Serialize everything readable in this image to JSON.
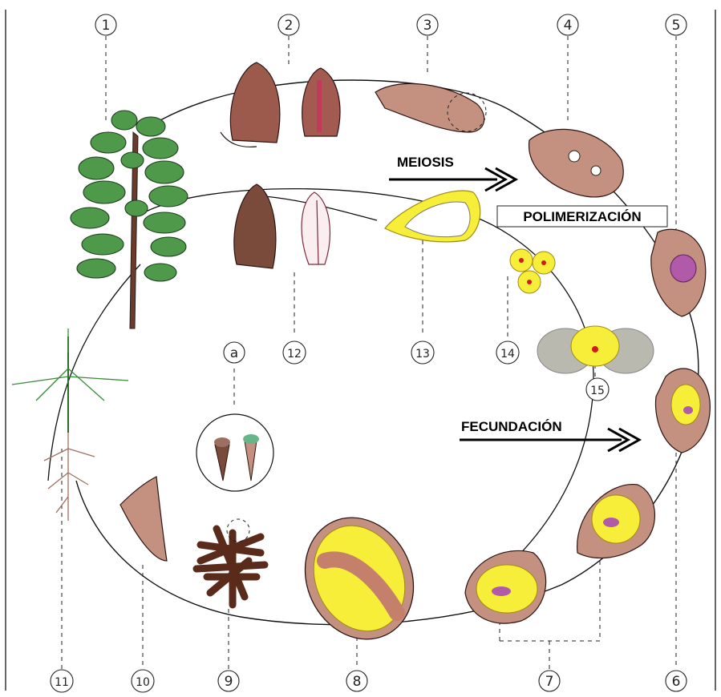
{
  "diagram": {
    "labels": {
      "meiosis": "MEIOSIS",
      "polimerizacion": "POLIMERIZACIÓN",
      "fecundacion": "FECUNDACIÓN"
    },
    "stages": {
      "s1": "1",
      "s2": "2",
      "s3": "3",
      "s4": "4",
      "s5": "5",
      "s6": "6",
      "s7": "7",
      "s8": "8",
      "s9": "9",
      "s10": "10",
      "s11": "11",
      "s12": "12",
      "s13": "13",
      "s14": "14",
      "s15": "15",
      "sa": "a"
    },
    "colors": {
      "foliage": "#4e9a4a",
      "cone": "#8b5a4a",
      "ovule": "#c49080",
      "gametophyte": "#f7ee3a",
      "embryo": "#b05aa8",
      "pollen_wing": "#b9b9b0"
    }
  }
}
